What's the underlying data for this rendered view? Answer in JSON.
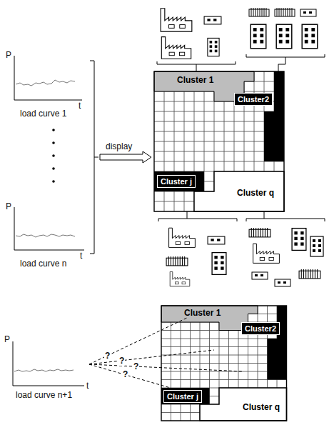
{
  "diagram": {
    "nodes": [
      {
        "text": [
          "Cluster 1"
        ]
      },
      {
        "text": [
          "Cluster2"
        ]
      },
      {
        "text": [
          "Cluster j"
        ]
      },
      {
        "text": [
          "Cluster q"
        ]
      },
      {
        "text": [
          "Cluster 1"
        ]
      },
      {
        "text": [
          "Cluster2"
        ]
      },
      {
        "text": [
          "Cluster j"
        ]
      },
      {
        "text": [
          "Cluster q"
        ]
      }
    ],
    "labels": [
      "P",
      "t",
      "load curve 1",
      "P",
      "t",
      "load curve n",
      "display",
      "P",
      "t",
      "load curve n+1",
      "?",
      "?",
      "?",
      "?"
    ]
  }
}
